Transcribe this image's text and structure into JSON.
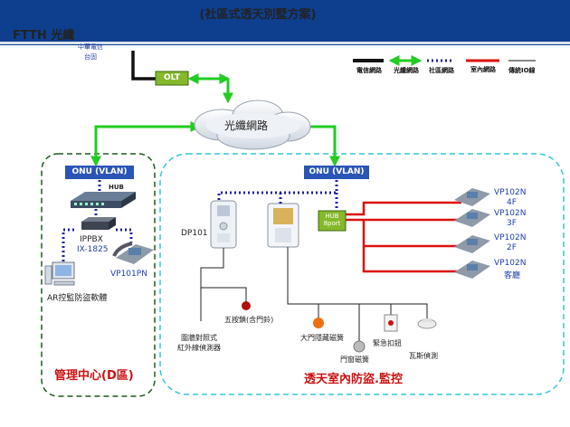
{
  "header": {
    "title": "(社區式透天別墅方案)",
    "subtitle": "FTTH 光纖"
  },
  "telecom_source": "中華電信\n台固",
  "olt_label": "OLT",
  "cloud_label": "光纖網路",
  "legend": {
    "items": [
      "電信網路",
      "光纖網路",
      "社區網路",
      "室內網路",
      "傳統IO線"
    ],
    "colors": [
      "#111111",
      "#22cc22",
      "#1f1fa0",
      "#dd1111",
      "#111111"
    ]
  },
  "left_zone": {
    "onu_label": "ONU (VLAN)",
    "hub_label": "HUB",
    "ippbx_label": "IPPBX",
    "ippbx_model": "IX-1825",
    "phone_label": "VP101PN",
    "pc_label": "AR控監防盜軟體",
    "zone_title": "管理中心(D區)"
  },
  "right_zone": {
    "onu_label": "ONU (VLAN)",
    "panel_label": "DP101",
    "hub_label": "HUB\n8port",
    "phones": [
      {
        "model": "VP102N",
        "floor": "4F"
      },
      {
        "model": "VP102N",
        "floor": "3F"
      },
      {
        "model": "VP102N",
        "floor": "2F"
      },
      {
        "model": "VP102N",
        "floor": "客廳"
      }
    ],
    "sensors": [
      "圍牆對照式\n紅外線偵測器",
      "五按鎖(含門鈴)",
      "大門隱藏磁簧",
      "門窗磁簧",
      "緊急扣鈕",
      "瓦斯偵測"
    ],
    "zone_title": "透天室內防盜.監控"
  }
}
